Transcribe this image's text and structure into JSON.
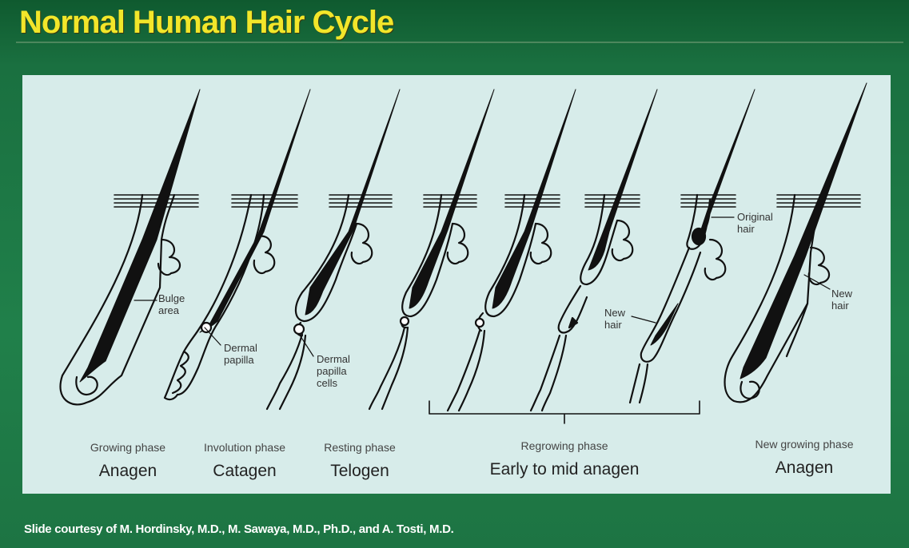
{
  "title": "Normal Human Hair Cycle",
  "credit": "Slide courtesy of M. Hordinsky, M.D., M. Sawaya, M.D., Ph.D., and A. Tosti, M.D.",
  "phases": [
    {
      "desc": "Growing phase",
      "name": "Anagen"
    },
    {
      "desc": "Involution phase",
      "name": "Catagen"
    },
    {
      "desc": "Resting phase",
      "name": "Telogen"
    },
    {
      "desc": "Regrowing phase",
      "name": "Early to mid anagen"
    },
    {
      "desc": "New growing phase",
      "name": "Anagen"
    }
  ],
  "annotations": {
    "bulge_area": "Bulge\narea",
    "dermal_papilla": "Dermal\npapilla",
    "dermal_papilla_cells": "Dermal\npapilla\ncells",
    "new_hair_left": "New\nhair",
    "original_hair": "Original\nhair",
    "new_hair_right": "New\nhair"
  },
  "colors": {
    "background": "#1f7a45",
    "panel": "#d7ecea",
    "title": "#f2e62a",
    "ink": "#111111"
  }
}
